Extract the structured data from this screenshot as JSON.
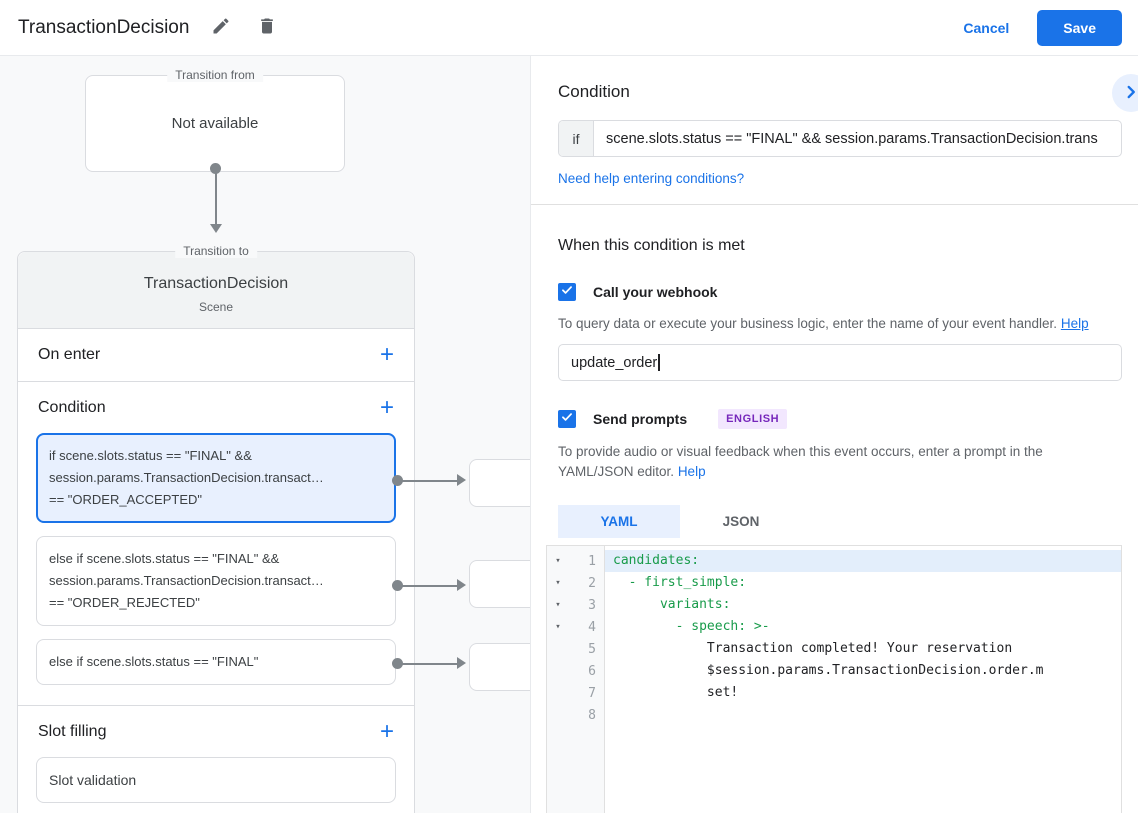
{
  "header": {
    "title": "TransactionDecision",
    "cancel": "Cancel",
    "save": "Save"
  },
  "icons": {
    "plus": "+",
    "fold_caret": "▾"
  },
  "canvas": {
    "transition_from": {
      "label": "Transition from",
      "value": "Not available"
    },
    "scene": {
      "label": "Transition to",
      "title": "TransactionDecision",
      "subtitle": "Scene",
      "on_enter_label": "On enter",
      "condition_label": "Condition",
      "slot_filling_label": "Slot filling",
      "slot_validation_label": "Slot validation",
      "conditions": [
        {
          "lines": [
            "if scene.slots.status == \"FINAL\" &&",
            "session.params.TransactionDecision.transact…",
            "== \"ORDER_ACCEPTED\""
          ]
        },
        {
          "lines": [
            "else if scene.slots.status == \"FINAL\" &&",
            "session.params.TransactionDecision.transact…",
            "== \"ORDER_REJECTED\""
          ]
        },
        {
          "lines": [
            "else if scene.slots.status == \"FINAL\""
          ]
        }
      ]
    }
  },
  "panel": {
    "title": "Condition",
    "if_label": "if",
    "if_value": "scene.slots.status == \"FINAL\" && session.params.TransactionDecision.trans",
    "help_link": "Need help entering conditions?",
    "when_met": "When this condition is met",
    "webhook": {
      "label": "Call your webhook",
      "desc": "To query data or execute your business logic, enter the name of your event handler.",
      "help": "Help",
      "value": "update_order"
    },
    "prompts": {
      "label": "Send prompts",
      "badge": "ENGLISH",
      "desc": "To provide audio or visual feedback when this event occurs, enter a prompt in the YAML/JSON editor.",
      "help": "Help"
    },
    "tabs": {
      "yaml": "YAML",
      "json": "JSON"
    },
    "editor": {
      "lines": [
        {
          "num": "1",
          "text": "candidates:"
        },
        {
          "num": "2",
          "text": "  - first_simple:"
        },
        {
          "num": "3",
          "text": "      variants:"
        },
        {
          "num": "4",
          "text": "        - speech: >-"
        },
        {
          "num": "5",
          "text": "            Transaction completed! Your reservation"
        },
        {
          "num": "6",
          "text": "            $session.params.TransactionDecision.order.m"
        },
        {
          "num": "7",
          "text": "            set!"
        },
        {
          "num": "8",
          "text": ""
        }
      ]
    }
  },
  "colors": {
    "accent": "#1a73e8",
    "selection_bg": "#e8f0fe",
    "yaml_key_green": "#189b4a",
    "badge_bg": "#f2e7fe",
    "badge_text": "#7627bb",
    "connector_gray": "#80868b"
  }
}
